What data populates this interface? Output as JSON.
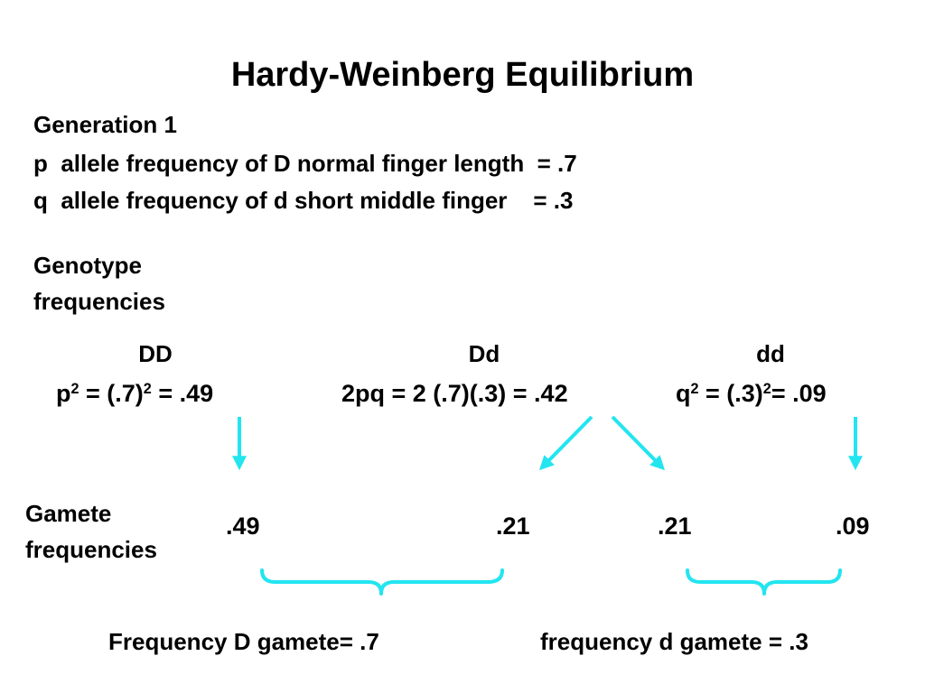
{
  "title": "Hardy-Weinberg Equilibrium",
  "generation": {
    "heading": "Generation 1",
    "p_line": "p  allele frequency of D normal finger length  = .7",
    "q_line": "q  allele frequency of d short middle finger    = .3"
  },
  "genotype_label": {
    "line1": "Genotype",
    "line2": "frequencies"
  },
  "genotypes": [
    {
      "name": "DD",
      "lhs_base": "p",
      "lhs_exp": "2",
      "mid_base": " = (.7)",
      "mid_exp": "2",
      "rhs": " = .49"
    },
    {
      "name": "Dd",
      "formula": "2pq = 2 (.7)(.3) = .42"
    },
    {
      "name": "dd",
      "lhs_base": "q",
      "lhs_exp": "2",
      "mid_base": " = (.3)",
      "mid_exp": "2",
      "rhs": "= .09"
    }
  ],
  "gamete_label": {
    "line1": "Gamete",
    "line2": "frequencies"
  },
  "gametes": [
    ".49",
    ".21",
    ".21",
    ".09"
  ],
  "summary": {
    "D": "Frequency D gamete= .7",
    "d": "frequency d gamete = .3"
  },
  "colors": {
    "arrow": "#22e5f0",
    "text": "#000000",
    "background": "#ffffff"
  }
}
